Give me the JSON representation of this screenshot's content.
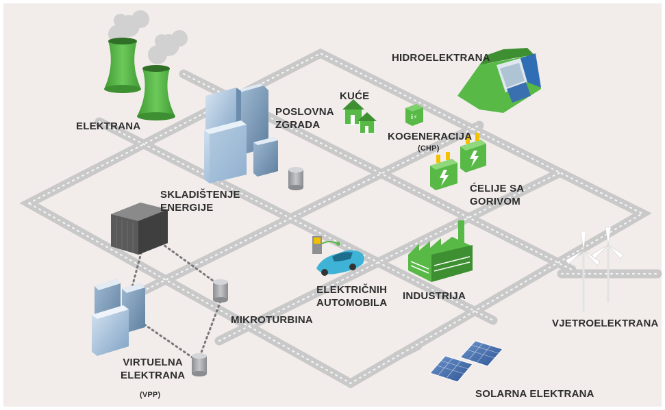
{
  "labels": {
    "elektrana": "ELEKTRANA",
    "poslovna_1": "POSLOVNA",
    "poslovna_2": "ZGRADA",
    "kuce": "KUĆE",
    "hidro": "HIDROELEKTRANA",
    "kogeneracija": "KOGENERACIJA",
    "chp": "(CHP)",
    "celije_1": "ĆELIJE SA",
    "celije_2": "GORIVOM",
    "skladistenje_1": "SKLADIŠTENJE",
    "skladistenje_2": "ENERGIJE",
    "elektricnih_1": "ELEKTRIČNIH",
    "elektricnih_2": "AUTOMOBILA",
    "industrija": "INDUSTRIJA",
    "mikroturbina": "MIKROTURBINA",
    "vjetro": "VJETROELEKTRANA",
    "virtuelna_1": "VIRTUELNA",
    "virtuelna_2": "ELEKTRANA",
    "vpp": "(VPP)",
    "solarna": "SOLARNA ELEKTRANA"
  },
  "icons": {
    "power_plant": "cooling-towers-icon",
    "office": "office-building-icon",
    "houses": "houses-icon",
    "hydro": "hydro-dam-icon",
    "chp": "cogeneration-icon",
    "fuel_cells": "fuel-cell-icon",
    "storage": "battery-storage-icon",
    "ev": "electric-car-icon",
    "industry": "factory-icon",
    "microturbine": "microturbine-icon",
    "wind": "wind-turbine-icon",
    "vpp": "virtual-power-plant-icon",
    "solar": "solar-panel-icon"
  },
  "colors": {
    "background": "#f2ecea",
    "road": "#c9c9c9",
    "road_dots": "#f5f5f5",
    "green": "#58b947",
    "dark_green": "#3d8f31",
    "building_blue": "#a9c4dd",
    "cylinder": "#a3a5a8",
    "text": "#2d2d2d"
  }
}
